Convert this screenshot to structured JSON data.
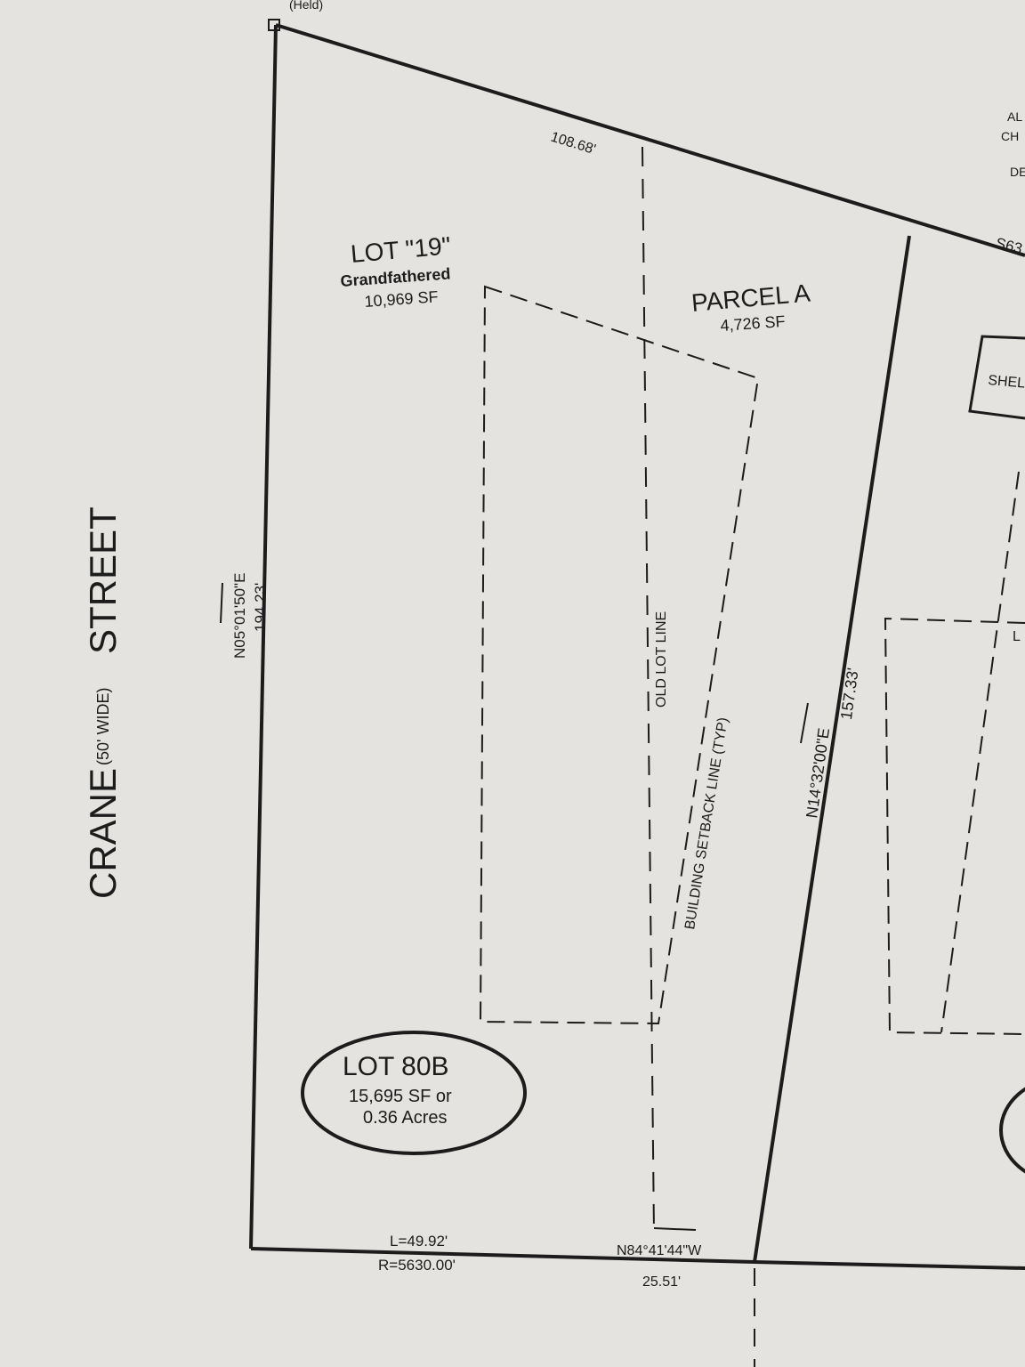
{
  "plat": {
    "held_label": "(Held)",
    "street": {
      "name_a": "CRANE",
      "width_note": "(50' WIDE)",
      "name_b": "STREET"
    },
    "lot_19": {
      "title": "LOT \"19\"",
      "status": "Grandfathered",
      "area": "10,969 SF"
    },
    "parcel_a": {
      "title": "PARCEL A",
      "area": "4,726 SF"
    },
    "lot_80b": {
      "title": "LOT 80B",
      "area_sf": "15,695 SF or",
      "area_acres": "0.36 Acres"
    },
    "top_distance": "108.68'",
    "west_bearing": "N05°01'50\"E",
    "west_distance": "194.23'",
    "east_bearing": "N14°32'00\"E",
    "east_distance": "157.33'",
    "old_lot_line": "OLD LOT LINE",
    "setback_line": "BUILDING SETBACK LINE (TYP)",
    "curve_length": "L=49.92'",
    "curve_radius": "R=5630.00'",
    "south_bearing": "N84°41'44\"W",
    "south_distance": "25.51'",
    "neighbor_bearing_partial": "S63",
    "neighbor_note": [
      "AL",
      "CH",
      "DE"
    ],
    "shed_partial": "SHEL",
    "neighbor_lot_partial": "L"
  },
  "colors": {
    "paper": "#e4e3df",
    "ink": "#1c1c1c"
  }
}
